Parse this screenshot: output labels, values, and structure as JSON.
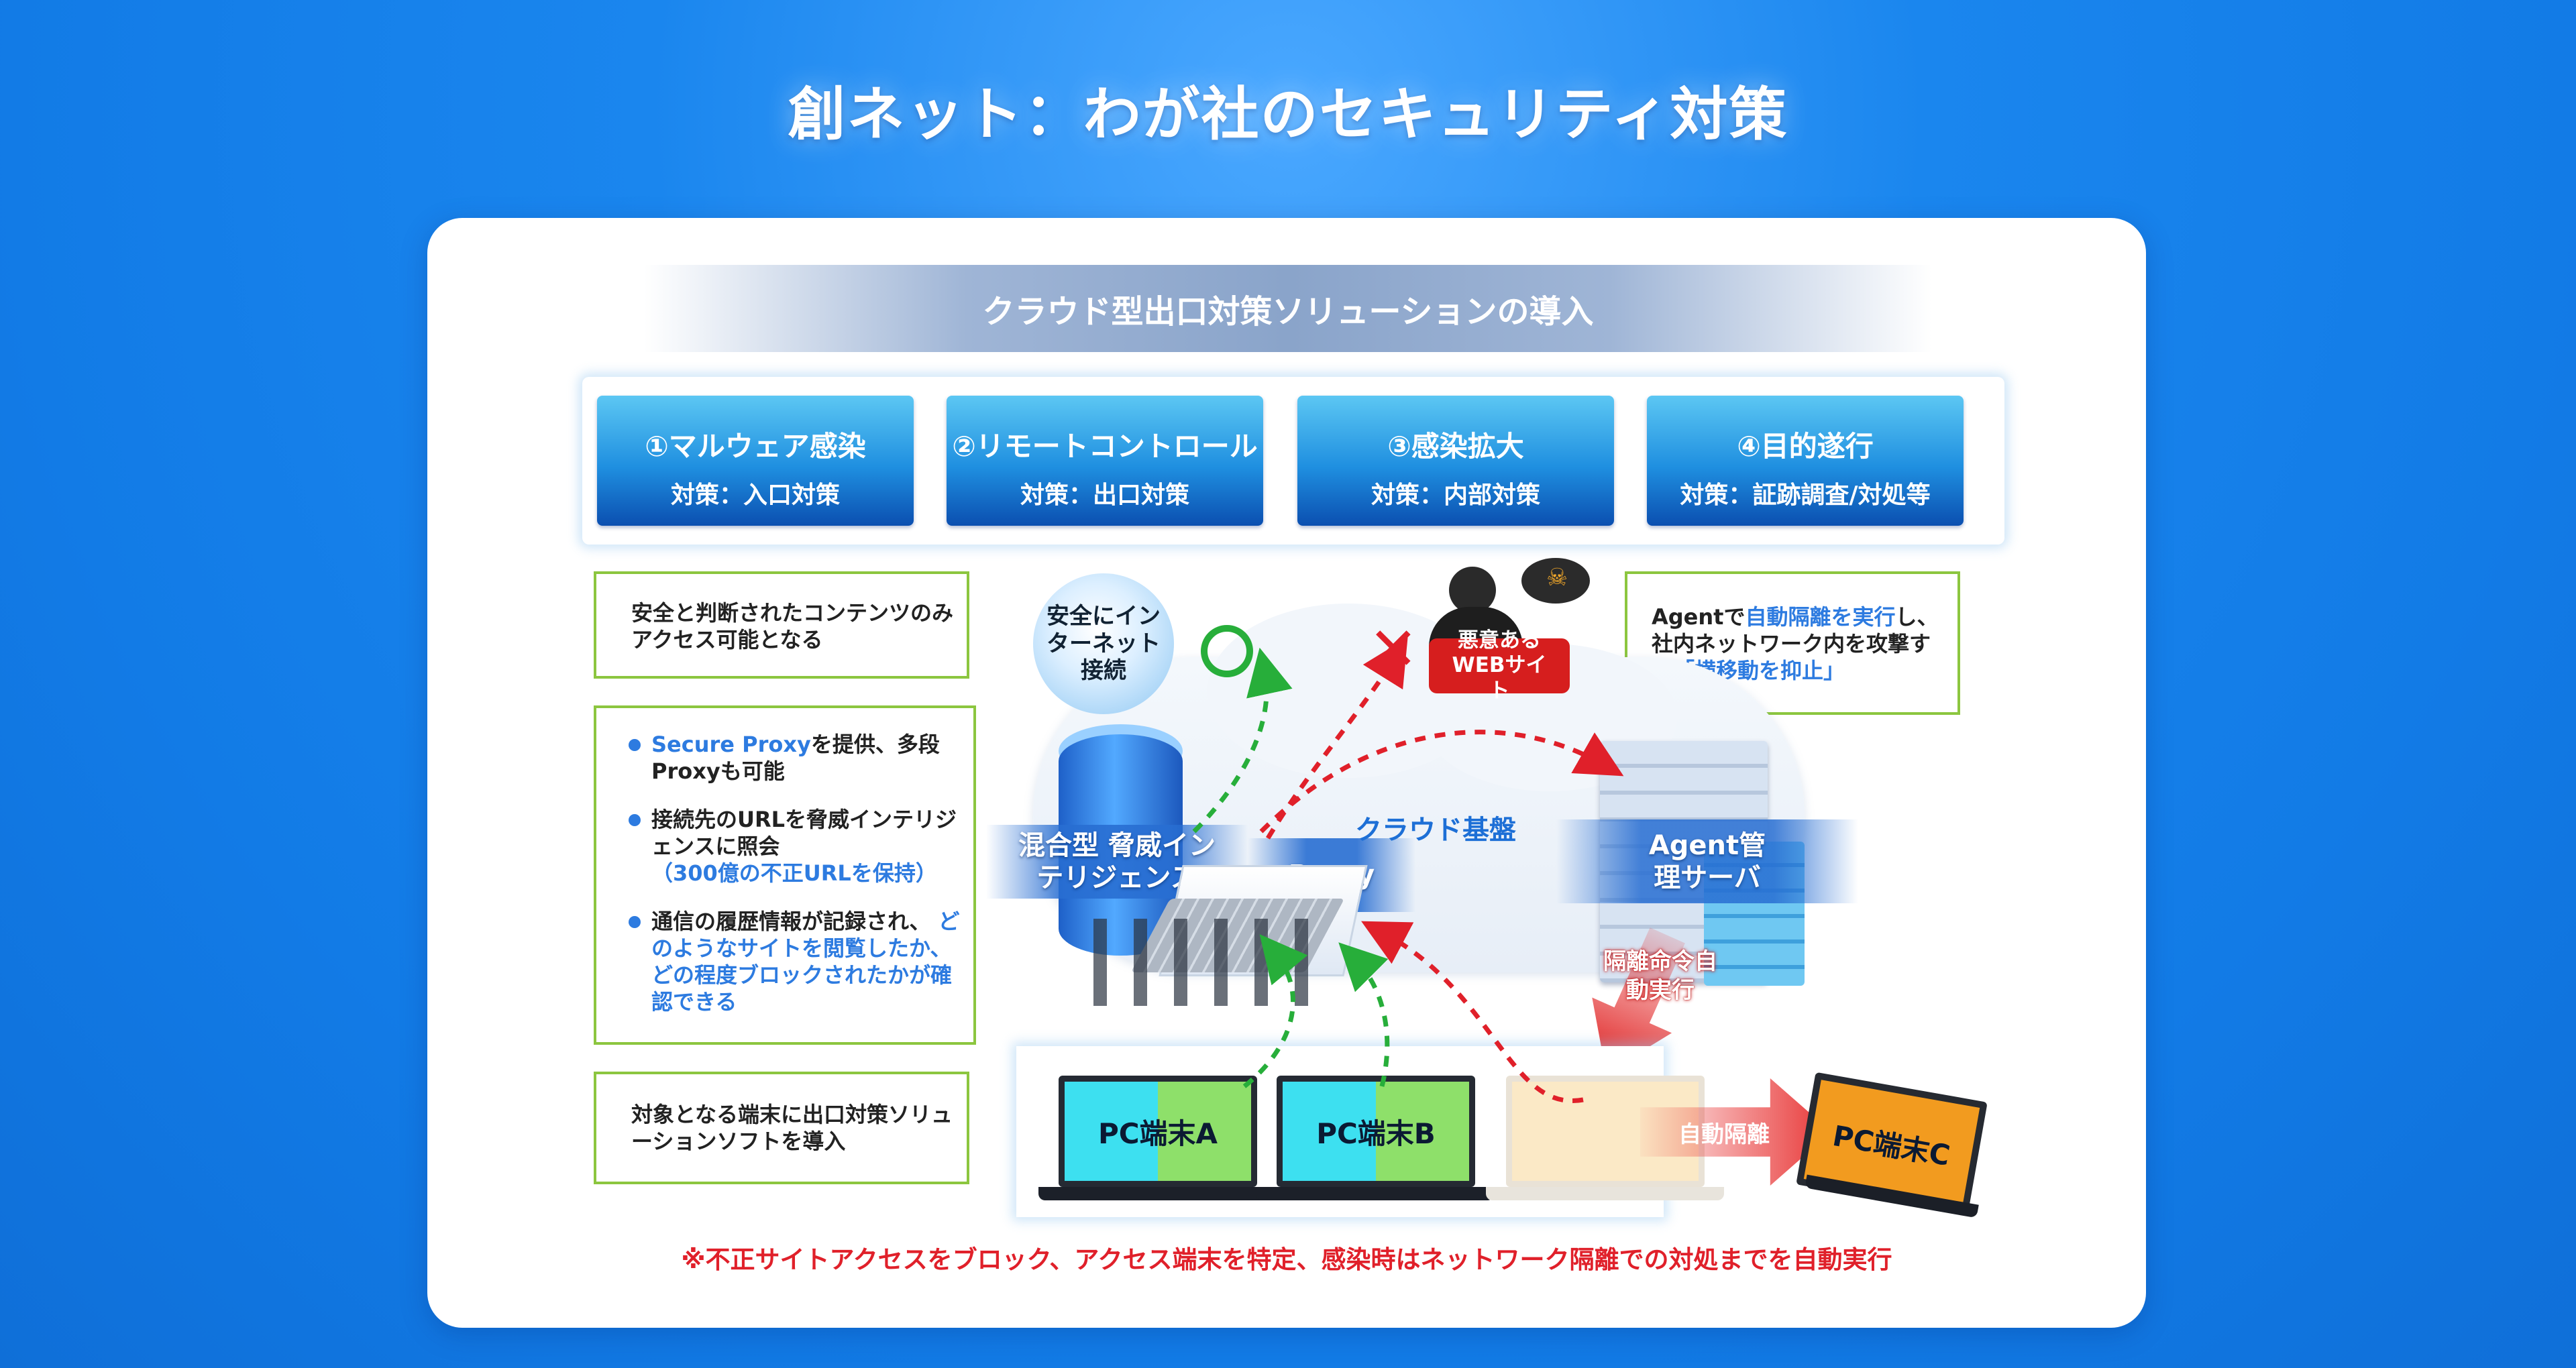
{
  "title": "創ネット：わが社のセキュリティ対策",
  "subtitle": "クラウド型出口対策ソリューションの導入",
  "stages": [
    {
      "title": "①マルウェア感染",
      "measure": "対策：入口対策"
    },
    {
      "title": "②リモートコントロール",
      "measure": "対策：出口対策"
    },
    {
      "title": "③感染拡大",
      "measure": "対策：内部対策"
    },
    {
      "title": "④目的遂行",
      "measure": "対策：証跡調査/対処等"
    }
  ],
  "callouts": {
    "safe_content": "安全と判断されたコンテンツのみアクセス可能となる",
    "features": [
      {
        "lead_blue": "Secure Proxy",
        "text": "を提供、多段Proxyも可能"
      },
      {
        "lead_blue": "",
        "text": "接続先のURLを脅威インテリジェンスに照会",
        "tail_blue": "（300億の不正URLを保持）"
      },
      {
        "lead_blue": "",
        "text": "通信の履歴情報が記録され、",
        "tail_blue": "どのようなサイトを閲覧したか、どの程度ブロックされたかが確認できる"
      }
    ],
    "install": "対象となる端末に出口対策ソリューションソフトを導入",
    "agent_pre": "Agentで",
    "agent_blue1": "自動隔離を実行",
    "agent_mid": "し、社内ネットワーク内を攻撃する",
    "agent_blue2": "「横移動を抑止」"
  },
  "diagram": {
    "safe_internet": "安全にインターネット接続",
    "malicious_site": "悪意あるWEBサイト",
    "cloud_platform": "クラウド基盤",
    "hybrid_threat_intel": "混合型 脅威インテリジェンス",
    "proxy": "Proxy",
    "agent_server": "Agent管理サーバ",
    "isolation_command": "隔離命令自動実行",
    "auto_isolation": "自動隔離",
    "pc_a": "PC端末A",
    "pc_b": "PC端末B",
    "pc_c": "PC端末C"
  },
  "colors": {
    "background": "#127be6",
    "callout_border": "#8cc63f",
    "accent_blue": "#2d7be0",
    "alert_red": "#e0202a",
    "ok_green": "#27ae3a",
    "pc_a_screen": "#3de0f0",
    "pc_b_screen": "#8ee06a",
    "pc_c_screen": "#f29b1f"
  },
  "icons": [
    "ok-circle-icon",
    "x-mark-icon",
    "hacker-icon",
    "skull-icon",
    "globe-icon",
    "database-icon",
    "server-icon",
    "laptop-icon"
  ],
  "footer_note": "※不正サイトアクセスをブロック、アクセス端末を特定、感染時はネットワーク隔離での対処までを自動実行"
}
